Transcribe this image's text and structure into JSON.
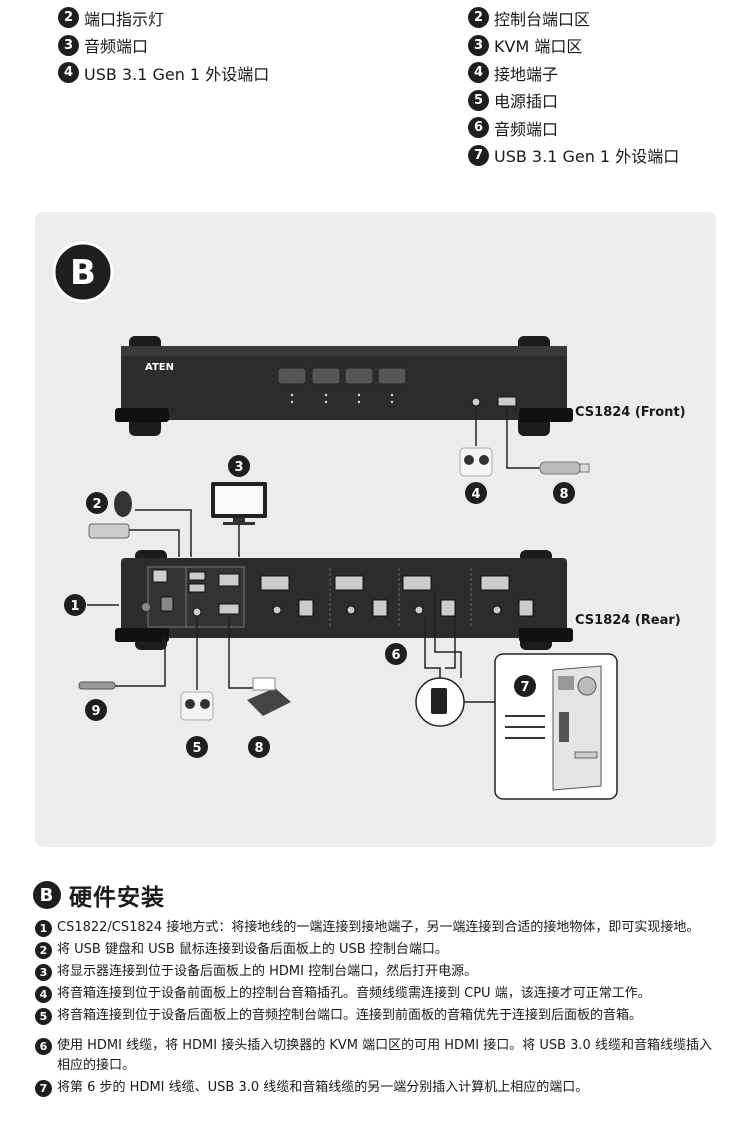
{
  "legend_left": [
    {
      "num": "2",
      "label": "端口指示灯"
    },
    {
      "num": "3",
      "label": "音频端口"
    },
    {
      "num": "4",
      "label": "USB 3.1 Gen 1 外设端口"
    }
  ],
  "legend_right": [
    {
      "num": "2",
      "label": "控制台端口区"
    },
    {
      "num": "3",
      "label": "KVM 端口区"
    },
    {
      "num": "4",
      "label": "接地端子"
    },
    {
      "num": "5",
      "label": "电源插口"
    },
    {
      "num": "6",
      "label": "音频端口"
    },
    {
      "num": "7",
      "label": "USB 3.1 Gen 1 外设端口"
    }
  ],
  "diagram": {
    "section_letter": "B",
    "brand": "ATEN",
    "front_label": "CS1824 (Front)",
    "rear_label": "CS1824 (Rear)",
    "callouts": [
      "1",
      "2",
      "3",
      "4",
      "5",
      "6",
      "7",
      "8",
      "8",
      "9"
    ],
    "colors": {
      "panel": "#ececec",
      "device": "#2a2a2a",
      "accent": "#1e1e1e"
    }
  },
  "section": {
    "letter": "B",
    "title": "硬件安装"
  },
  "steps": [
    {
      "num": "1",
      "text": "CS1822/CS1824 接地方式：将接地线的一端连接到接地端子，另一端连接到合适的接地物体，即可实现接地。"
    },
    {
      "num": "2",
      "text": "将 USB 键盘和 USB 鼠标连接到设备后面板上的 USB 控制台端口。"
    },
    {
      "num": "3",
      "text": "将显示器连接到位于设备后面板上的 HDMI 控制台端口，然后打开电源。"
    },
    {
      "num": "4",
      "text": "将音箱连接到位于设备前面板上的控制台音箱插孔。音频线缆需连接到 CPU 端，该连接才可正常工作。"
    },
    {
      "num": "5",
      "text": "将音箱连接到位于设备后面板上的音频控制台端口。连接到前面板的音箱优先于连接到后面板的音箱。"
    },
    {
      "num": "6",
      "text": "使用 HDMI 线缆，将 HDMI 接头插入切换器的 KVM 端口区的可用 HDMI 接口。将 USB 3.0 线缆和音箱线缆插入相应的接口。"
    },
    {
      "num": "7",
      "text": "将第 6 步的 HDMI 线缆、USB 3.0 线缆和音箱线缆的另一端分别插入计算机上相应的端口。"
    }
  ]
}
